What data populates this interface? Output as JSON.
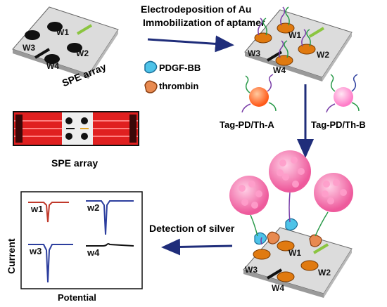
{
  "steps": {
    "step1_line1": "Electrodeposition of Au",
    "step1_line2": "Immobilization of aptamer",
    "step3": "Detection of silver"
  },
  "array_labels": {
    "perspective": "SPE  array",
    "photo": "SPE array",
    "electrodes": [
      "W1",
      "W2",
      "W3",
      "W4"
    ]
  },
  "legend": {
    "pdgf": "PDGF-BB",
    "thrombin": "thrombin"
  },
  "probes": {
    "a": "Tag-PD/Th-A",
    "b": "Tag-PD/Th-B"
  },
  "plot": {
    "ylabel": "Current",
    "xlabel": "Potential",
    "panels": [
      "w1",
      "w2",
      "w3",
      "w4"
    ]
  },
  "colors": {
    "red_trace": "#c0392b",
    "blue_trace": "#2c3e9e",
    "black_trace": "#111111",
    "arrow": "#1f2d7a",
    "gold": "#e07a10",
    "spe_red": "#e02020",
    "pdgf": "#4ec3e8",
    "thrombin": "#e88a50",
    "tag_a": "#ff6a2a",
    "tag_b": "#ff8ed0",
    "nanoparticle": "#f47ab0"
  }
}
